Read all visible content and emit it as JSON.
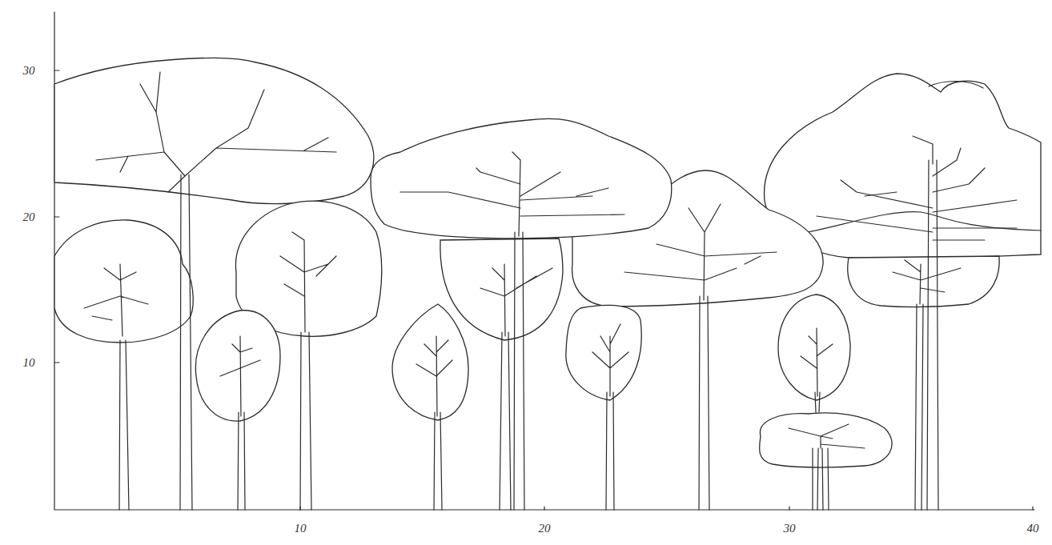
{
  "diagram": {
    "labels": [
      "30",
      "20",
      "10",
      "10",
      "20",
      "30",
      "40"
    ]
  }
}
